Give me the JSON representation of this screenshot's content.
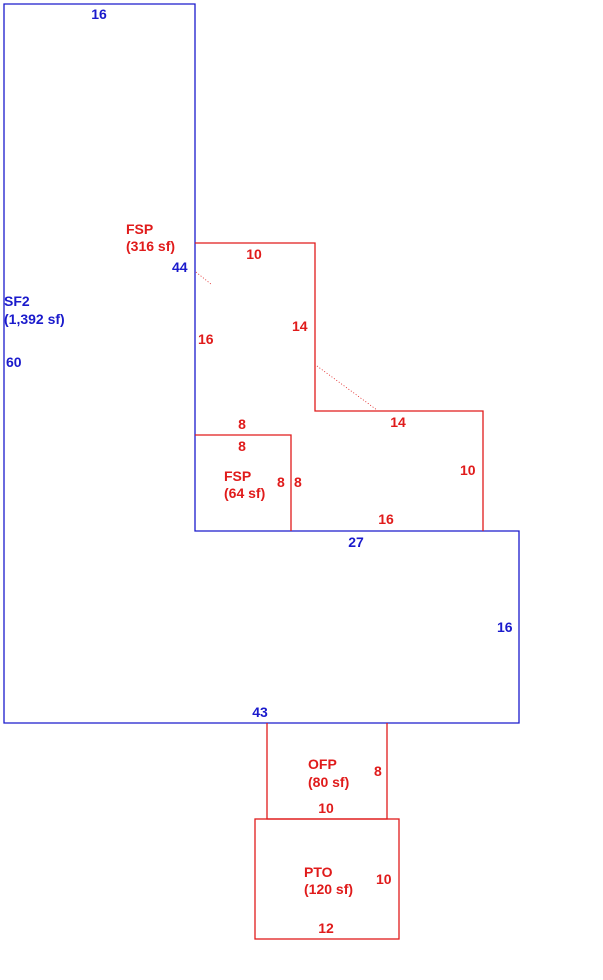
{
  "sketch": {
    "colors": {
      "main_structure": "#1a1acc",
      "additions": "#e01b1b"
    },
    "areas": {
      "sf2": {
        "code": "SF2",
        "area": "(1,392 sf)"
      },
      "fsp_large": {
        "code": "FSP",
        "area": "(316 sf)"
      },
      "fsp_small": {
        "code": "FSP",
        "area": "(64 sf)"
      },
      "ofp": {
        "code": "OFP",
        "area": "(80 sf)"
      },
      "pto": {
        "code": "PTO",
        "area": "(120 sf)"
      }
    },
    "dimensions": {
      "sf2_top": "16",
      "sf2_left": "60",
      "sf2_inner": "44",
      "sf2_step": "27",
      "sf2_right": "16",
      "sf2_bottom": "43",
      "fsp_top": "10",
      "fsp_right_upper": "14",
      "fsp_left": "16",
      "fsp_step": "14",
      "fsp_right_lower": "10",
      "fsp_bottom": "16",
      "fsp_small_top_outer": "8",
      "fsp_small_top_inner": "8",
      "fsp_small_side_inner": "8",
      "fsp_small_side_outer": "8",
      "ofp_right": "8",
      "ofp_bottom": "10",
      "pto_right": "10",
      "pto_bottom": "12"
    }
  }
}
